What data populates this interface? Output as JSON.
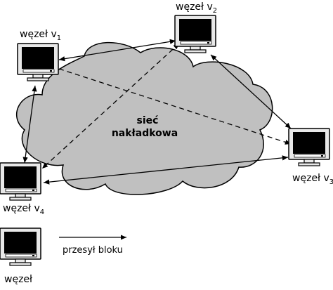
{
  "cloud": {
    "line1": "sieć",
    "line2": "nakładkowa"
  },
  "nodes": {
    "v1": {
      "base": "węzeł v",
      "sub": "1"
    },
    "v2": {
      "base": "węzeł v",
      "sub": "2"
    },
    "v3": {
      "base": "węzeł v",
      "sub": "3"
    },
    "v4": {
      "base": "węzeł v",
      "sub": "4"
    }
  },
  "legend": {
    "node_label": "węzeł",
    "arrow_label": "przesył bloku"
  },
  "colors": {
    "cloud_fill": "#c0c0c0",
    "screen": "#000000",
    "monitor": "#e8e8e8",
    "stroke": "#000000"
  }
}
